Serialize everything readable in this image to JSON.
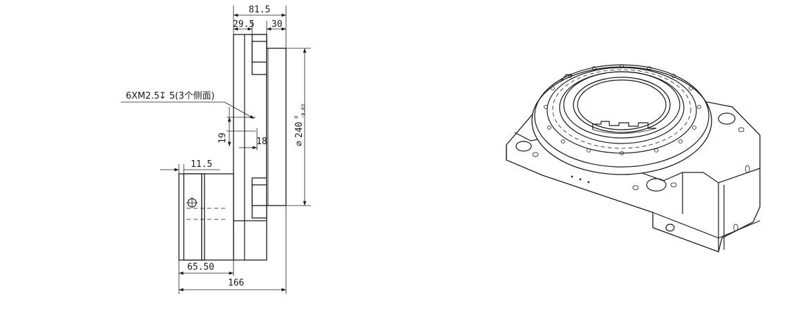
{
  "drawing": {
    "dimensions": {
      "total_width_top": "81.5",
      "left_segment": "29.5",
      "right_segment": "30",
      "hole_spec": "6XM2.5",
      "hole_depth": "5(3个侧面)",
      "vertical_19": "19",
      "horizontal_18": "18",
      "diameter": "240",
      "diameter_tol_upper": "0",
      "diameter_tol_lower": "-0.03",
      "motor_width": "11.5",
      "motor_length": "65.50",
      "total_length": "166"
    }
  }
}
